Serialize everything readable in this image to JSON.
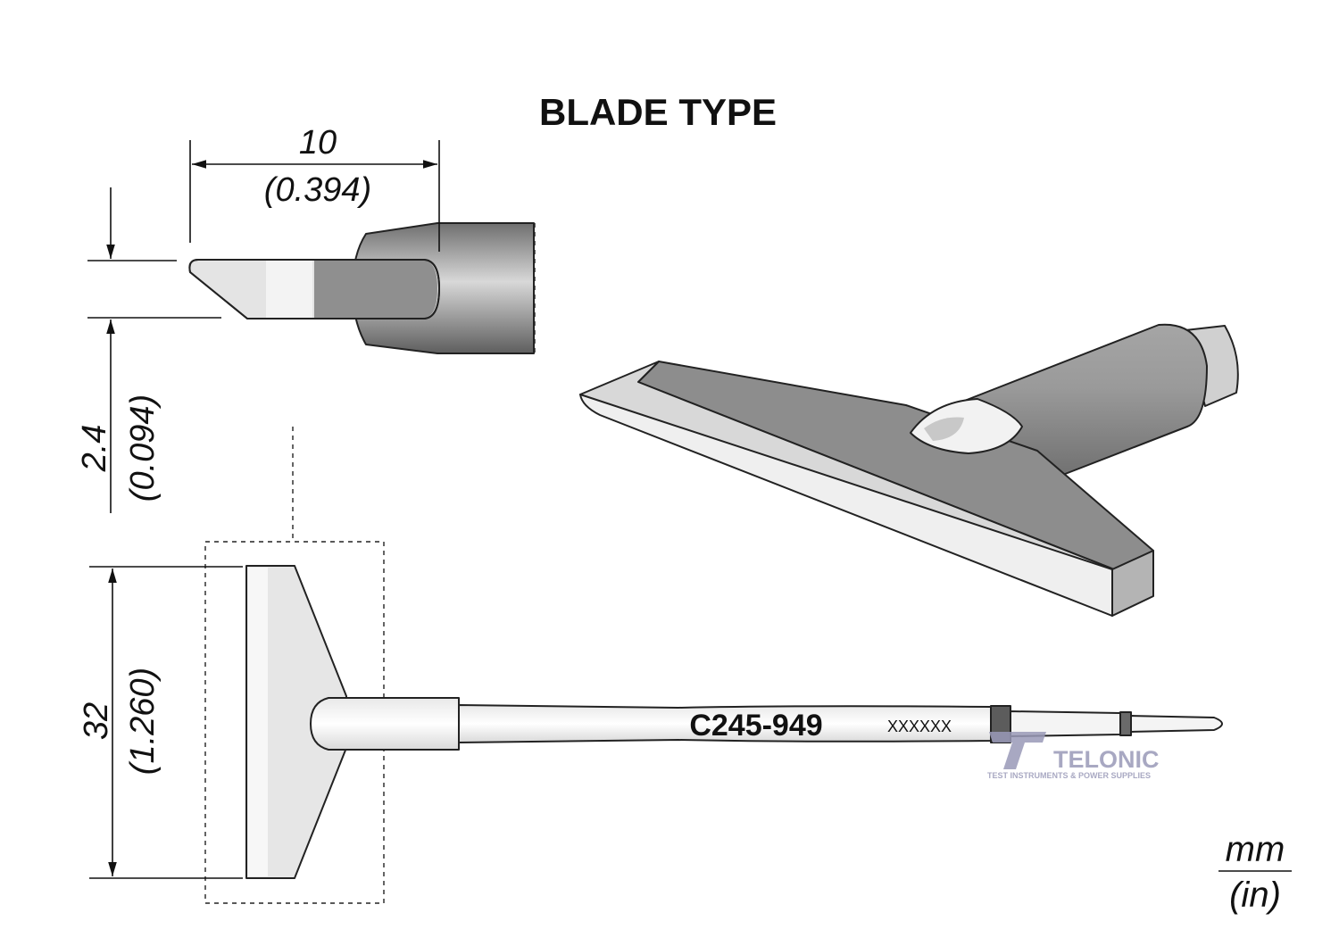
{
  "title": "BLADE TYPE",
  "dimensions": {
    "width": {
      "mm": "10",
      "in": "(0.394)"
    },
    "thickness": {
      "mm": "2.4",
      "in": "(0.094)"
    },
    "length": {
      "mm": "32",
      "in": "(1.260)"
    }
  },
  "part_number": "C245-949",
  "serial_marking": "XXXXXX",
  "units": {
    "primary": "mm",
    "secondary": "(in)"
  },
  "watermark": {
    "brand": "TELONIC",
    "tagline": "TEST INSTRUMENTS & POWER SUPPLIES"
  },
  "colors": {
    "body_gray": "#8c8c8c",
    "light_gray": "#e2e2e2",
    "line": "#222222",
    "watermark": "#9a9ab8"
  }
}
